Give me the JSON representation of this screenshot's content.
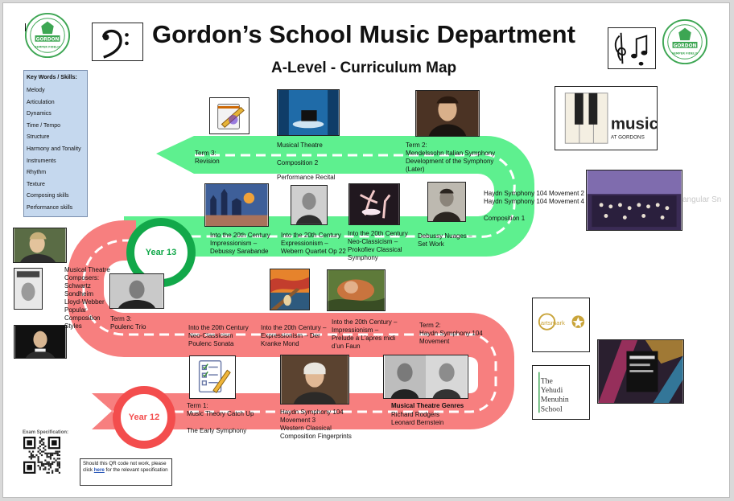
{
  "header": {
    "title": "Gordon’s School Music Department",
    "subtitle": "A-Level - Curriculum Map",
    "crest_text_top": "GORDON",
    "crest_text_bottom": "SEMPER FIDELIS",
    "logo_music": "music",
    "logo_music_sub": "AT GORDONS"
  },
  "keywords": {
    "heading": "Key Words / Skills:",
    "items": [
      "Melody",
      "Articulation",
      "Dynamics",
      "Time / Tempo",
      "Structure",
      "Harmony and Tonality",
      "Instruments",
      "Rhythm",
      "Texture",
      "Composing skills",
      "Performance skills"
    ]
  },
  "year13": {
    "badge": "Year 13",
    "term3": "Term 3:\nRevision",
    "musical_theatre": "Musical Theatre",
    "composition2": "Composition 2",
    "recital": "Performance Recital",
    "term2": "Term 2:\nMendelssohn Italian Symphony\nDevelopment of the Symphony\n(Later)",
    "haydn": "Haydn Symphony 104 Movement 2\nHaydn Symphony 104 Movement 4",
    "composition1": "Composition 1",
    "impressionism": "Into the 20th Century\nImpressionism –\nDebussy Sarabande",
    "expressionism": "Into the 20th Century\nExpressionism –\nWebern Quartet Op 22",
    "neoclassicism": "Into the 20th Century\nNeo-Classicism –\nProkofiev Classical\nSymphony",
    "nuages": "Debussy Nuages –\nSet Work",
    "ghost_text": "angular Sn"
  },
  "year12": {
    "badge": "Year 12",
    "mt_composers": "Musical Theatre\nComposers:\nSchwartz\nSondheim\nLloyd-Webber\nPopular\nComposition\nStyles",
    "term3": "Term 3:\nPoulenc Trio",
    "neoclassicism": "Into the 20th Century\nNeo-Classicism\nPoulenc Sonata",
    "expressionism": "Into the 20th Century –\nExpressionism – Der\nKranke Mond",
    "impressionism": "Into the 20th Century –\nImpressionism –\nPrelude a L’apres midi\nd’un Faun",
    "term2": "Term 2:\nHaydn Symphony 104\nMovement",
    "term1": "Term 1:\nMusic Theory Catch Up",
    "early_symphony": "The Early Symphony",
    "haydn_mvt3": "Haydn Symphony 104\nMovement 3\nWestern Classical\nComposition Fingerprints",
    "mt_genres": "Musical Theatre Genres",
    "mt_genres_names": "Richard Rodgers\nLeonard Bernstein"
  },
  "footer": {
    "exam_spec": "Exam Specification:",
    "qr_note_before": "Should this QR code not work, please click ",
    "qr_note_link": "here",
    "qr_note_after": " for the relevant specification"
  },
  "partners": {
    "yehudi_1": "The",
    "yehudi_2": "Yehudi",
    "yehudi_3": "Menuhin",
    "yehudi_4": "School",
    "artsmark": "artsmark"
  },
  "colors": {
    "green_road": "#5ef08f",
    "green_ring": "#12a84a",
    "red_road": "#f77f7f",
    "red_ring": "#f34d4d",
    "crest_green": "#3da653",
    "keyword_box": "#c5d8ee"
  }
}
